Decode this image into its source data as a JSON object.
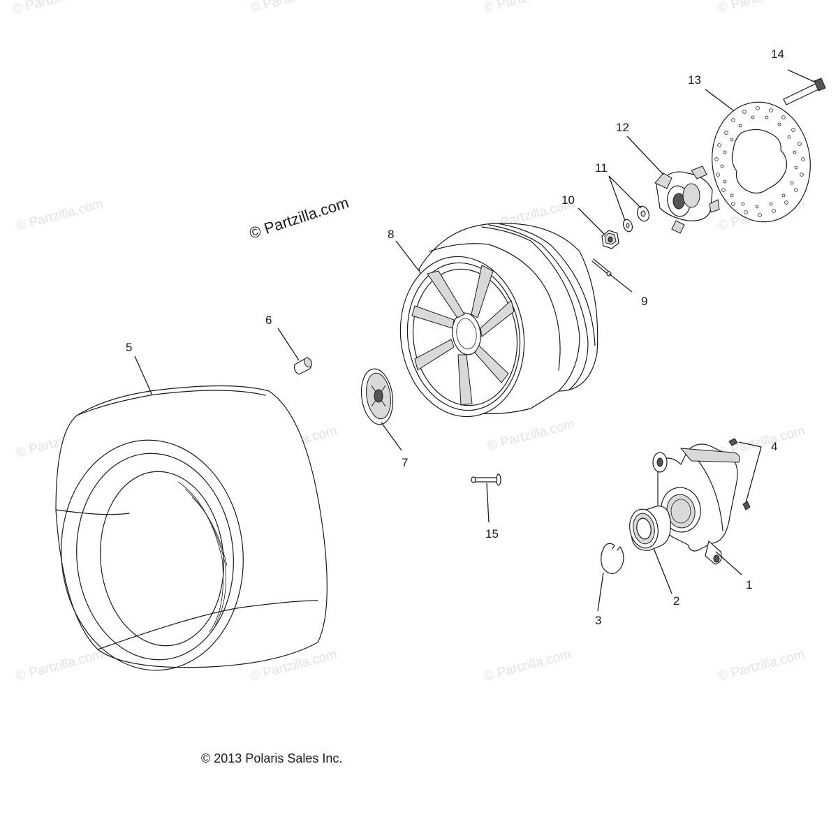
{
  "watermark": {
    "text": "© Partzilla.com",
    "color": "#e2e2e2"
  },
  "main_watermark": "© Partzilla.com",
  "copyright": "© 2013 Polaris Sales Inc.",
  "callouts": [
    "1",
    "2",
    "3",
    "4",
    "5",
    "6",
    "7",
    "8",
    "9",
    "10",
    "11",
    "12",
    "13",
    "14",
    "15"
  ],
  "parts": {
    "knuckle": "1",
    "bearing": "2",
    "retaining_ring": "3",
    "zerk_fittings": "4",
    "tire": "5",
    "valve_stem": "6",
    "center_cap": "7",
    "wheel": "8",
    "cotter_pin": "9",
    "castle_nut": "10",
    "washers": "11",
    "hub": "12",
    "brake_disc": "13",
    "disc_bolt": "14",
    "wheel_stud": "15"
  }
}
